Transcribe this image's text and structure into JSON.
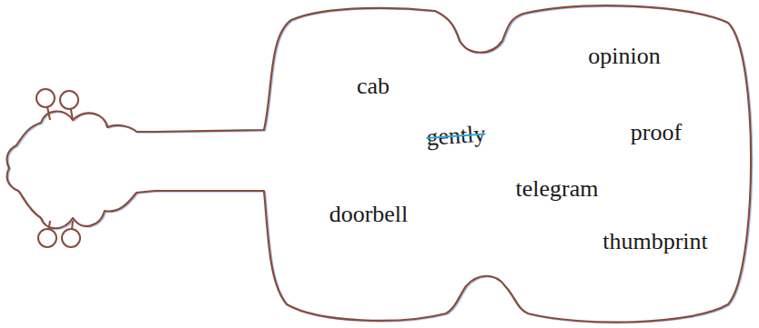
{
  "diagram": {
    "nodes": [
      {
        "text": [
          "cab",
          "opinion",
          "gently",
          "proof",
          "telegram",
          "doorbell",
          "thumbprint"
        ]
      }
    ]
  }
}
